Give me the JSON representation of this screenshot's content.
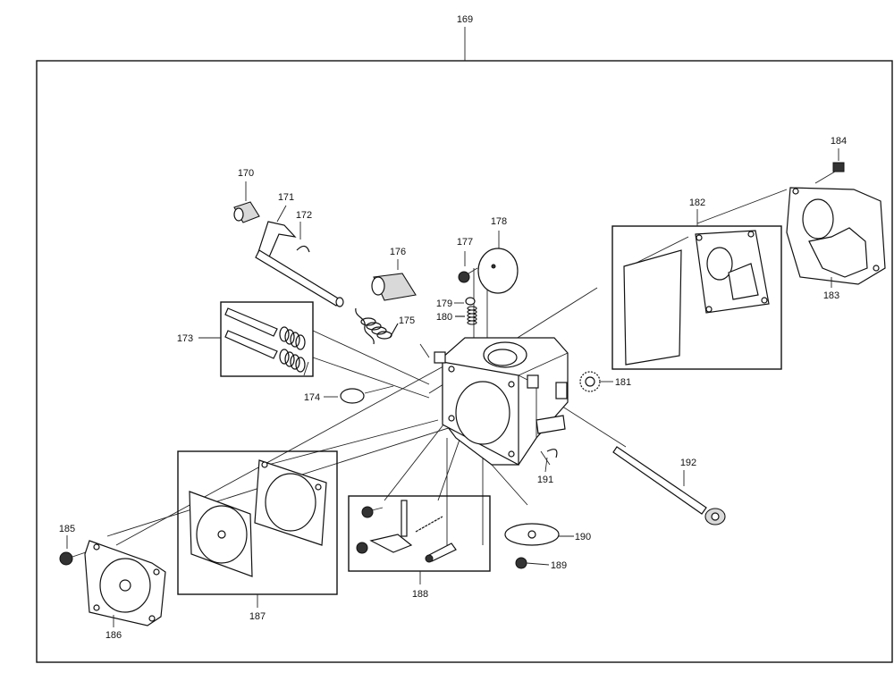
{
  "labels": {
    "l169": "169",
    "l170": "170",
    "l171": "171",
    "l172": "172",
    "l173": "173",
    "l174": "174",
    "l175": "175",
    "l176": "176",
    "l177": "177",
    "l178": "178",
    "l179": "179",
    "l180": "180",
    "l181": "181",
    "l182": "182",
    "l183": "183",
    "l184": "184",
    "l185": "185",
    "l186": "186",
    "l187": "187",
    "l188": "188",
    "l189": "189",
    "l190": "190",
    "l191": "191",
    "l192": "192"
  }
}
